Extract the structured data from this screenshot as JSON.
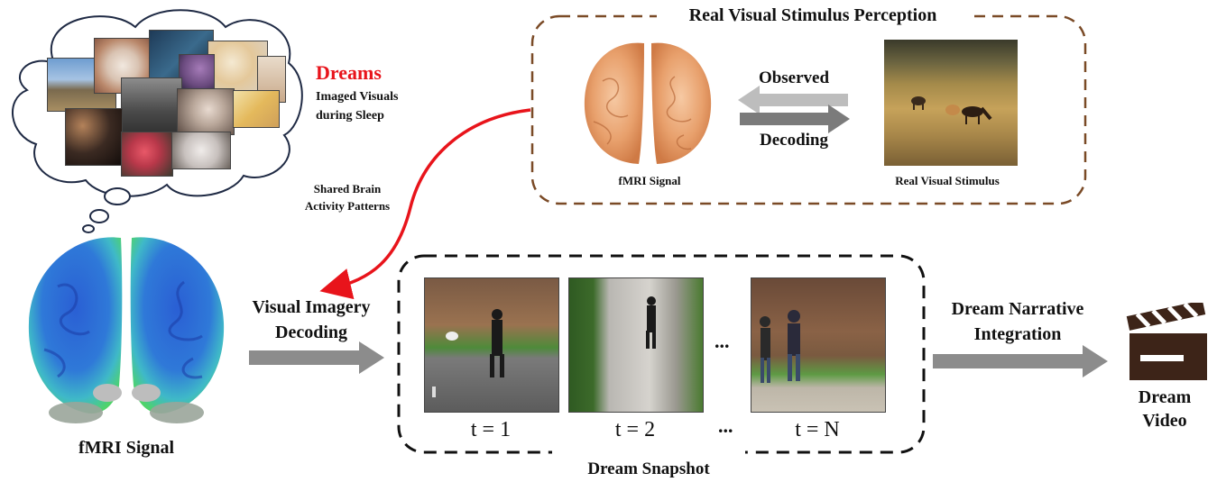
{
  "dreams": {
    "title": "Dreams",
    "subtitle_line1": "Imaged Visuals",
    "subtitle_line2": "during Sleep",
    "title_color": "#e8141b"
  },
  "shared": {
    "line1": "Shared Brain",
    "line2": "Activity Patterns",
    "arrow_color": "#e8141b"
  },
  "perception": {
    "title": "Real Visual Stimulus Perception",
    "border_color": "#7a4a26",
    "fmri_label": "fMRI Signal",
    "stimulus_label": "Real Visual Stimulus",
    "observed_label": "Observed",
    "decoding_label": "Decoding"
  },
  "main_fmri_label": "fMRI Signal",
  "visual_imagery": {
    "line1": "Visual Imagery",
    "line2": "Decoding"
  },
  "snapshot": {
    "title": "Dream Snapshot",
    "ellipsis": "...",
    "frames": [
      {
        "label": "t = 1"
      },
      {
        "label": "t = 2"
      },
      {
        "label": "t = N"
      }
    ]
  },
  "narrative": {
    "line1": "Dream Narrative",
    "line2": "Integration"
  },
  "dream_video": {
    "line1": "Dream",
    "line2": "Video",
    "icon": "clapperboard-icon",
    "icon_color": "#3d2418"
  },
  "colors": {
    "gray_arrow": "#8c8c8c",
    "light_arrow": "#bdbdbd",
    "dark_arrow": "#7b7b7b"
  }
}
